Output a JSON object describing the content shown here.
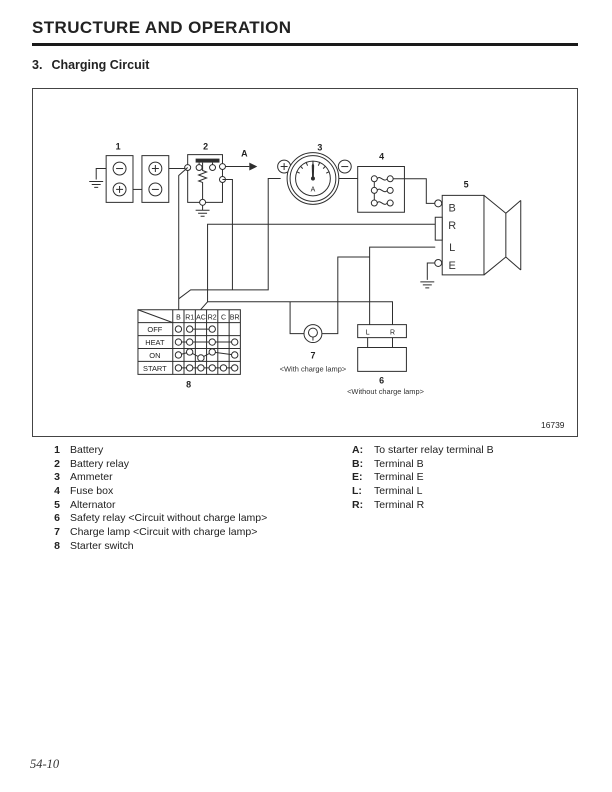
{
  "page": {
    "header": "STRUCTURE AND OPERATION",
    "section_number": "3.",
    "section_title": "Charging Circuit",
    "page_number": "54-10"
  },
  "diagram": {
    "figure_number": "16739",
    "labels": {
      "battery": "1",
      "battery_relay": "2",
      "ammeter": "3",
      "fuse_box": "4",
      "alternator": "5",
      "safety_relay": "6",
      "charge_lamp": "7",
      "starter_switch": "8",
      "point_a": "A",
      "ammeter_unit": "A"
    },
    "alternator_terminals": [
      "B",
      "R",
      "L",
      "E"
    ],
    "safety_relay_terminals": [
      "L",
      "R"
    ],
    "captions": {
      "with_charge_lamp": "<With charge lamp>",
      "without_charge_lamp": "<Without charge lamp>"
    },
    "switch_table": {
      "columns": [
        "B",
        "R1",
        "AC",
        "R2",
        "C",
        "BR"
      ],
      "rows": [
        "OFF",
        "HEAT",
        "ON",
        "START"
      ],
      "connections": {
        "OFF": [
          "B",
          "R1",
          "R2"
        ],
        "HEAT": [
          "B",
          "R1",
          "R2",
          "BR"
        ],
        "ON": [
          "B",
          "R1",
          "AC",
          "R2",
          "BR"
        ],
        "START": [
          "B",
          "R1",
          "AC",
          "R2",
          "C",
          "BR"
        ]
      }
    }
  },
  "legend": {
    "items": [
      {
        "num": "1",
        "label": "Battery"
      },
      {
        "num": "2",
        "label": "Battery relay"
      },
      {
        "num": "3",
        "label": "Ammeter"
      },
      {
        "num": "4",
        "label": "Fuse box"
      },
      {
        "num": "5",
        "label": "Alternator"
      },
      {
        "num": "6",
        "label": "Safety relay <Circuit without charge lamp>"
      },
      {
        "num": "7",
        "label": "Charge lamp <Circuit with charge lamp>"
      },
      {
        "num": "8",
        "label": "Starter switch"
      }
    ],
    "terminals": [
      {
        "key": "A:",
        "label": "To starter relay terminal B"
      },
      {
        "key": "B:",
        "label": "Terminal B"
      },
      {
        "key": "E:",
        "label": "Terminal E"
      },
      {
        "key": "L:",
        "label": "Terminal L"
      },
      {
        "key": "R:",
        "label": "Terminal R"
      }
    ]
  }
}
